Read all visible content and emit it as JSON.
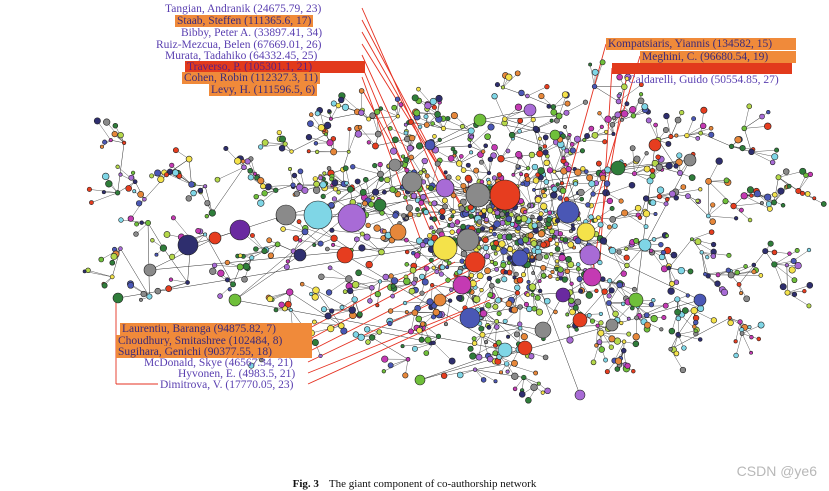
{
  "labels_left": [
    "Tangian, Andranik (24675.79, 23)",
    "Staab, Steffen (111365.6, 17)",
    "Bibby, Peter A. (33897.41, 34)",
    "Ruiz-Mezcua, Belen (67669.01, 26)",
    "Murata, Tadahiko (64332.45, 25)",
    "Traverso, P. (105301.1, 21)",
    "Cohen, Robin (112327.3, 11)",
    "Levy, H. (111596.5, 6)"
  ],
  "labels_right": [
    "Kompatsiaris, Yiannis (134582, 15)",
    "Meghini, C. (96680.54, 19)",
    "Caldarelli, Guido (50554.85, 27)"
  ],
  "labels_bottom": [
    "Laurentiu, Baranga (94875.82, 7)",
    "Choudhury, Smitashree (102484, 8)",
    "Sugihara, Genichi (90377.55, 18)",
    "McDonald, Skye (46567.34, 21)",
    "Hyvonen, E. (4983.5, 21)",
    "Dimitrova, V. (17770.05, 23)"
  ],
  "caption": {
    "figure": "Fig. 3",
    "text": "The giant component of co-authorship network"
  },
  "watermark": "CSDN @ye6",
  "colors": {
    "edge": "#333333",
    "leader": "#e53020",
    "label_blue": "#5a3fb0",
    "highlight_orange": "#f08a3a",
    "highlight_red": "#e23a1c"
  }
}
